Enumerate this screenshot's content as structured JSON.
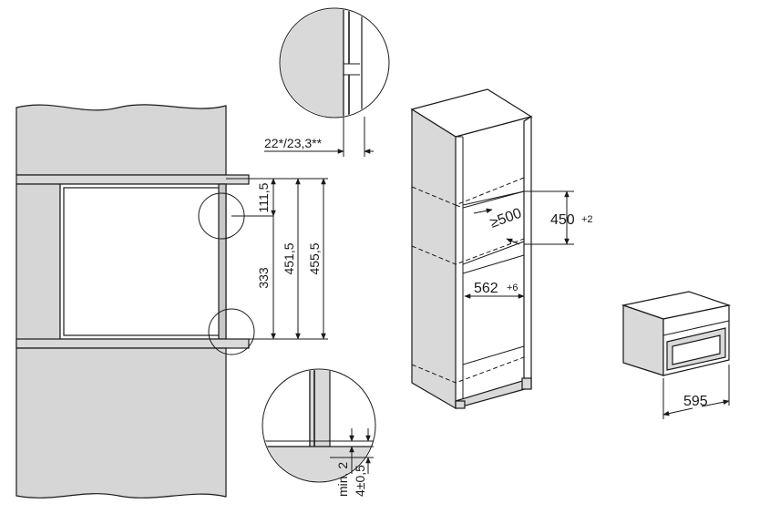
{
  "labels": {
    "gap_top": "22*/23,3**",
    "dim_111": "111,5",
    "dim_333": "333",
    "dim_451": "451,5",
    "dim_455": "455,5",
    "min2": "min. 2",
    "tol4": "4±0,5",
    "niche_depth": "≥500",
    "niche_height_main": "450",
    "niche_height_tol": "+2",
    "niche_width_main": "562",
    "niche_width_tol": "+6",
    "appliance_width": "595"
  }
}
